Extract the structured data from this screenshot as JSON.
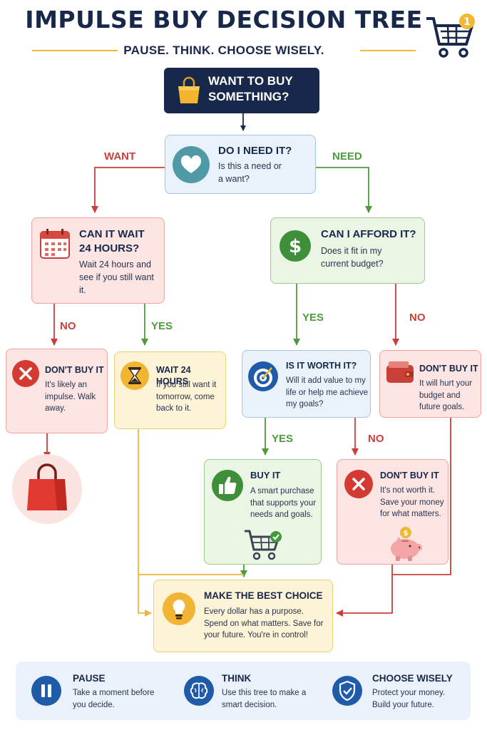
{
  "header": {
    "title": "IMPULSE BUY DECISION TREE",
    "subtitle": "PAUSE. THINK. CHOOSE WISELY.",
    "cart_badge": "1"
  },
  "nodes": {
    "start": {
      "title": "WANT TO BUY SOMETHING?"
    },
    "need": {
      "title": "DO I NEED IT?",
      "text": "Is this a need or a want?"
    },
    "wait": {
      "title": "CAN IT WAIT 24 HOURS?",
      "text": "Wait 24 hours and see if you still want it."
    },
    "afford": {
      "title": "CAN I AFFORD IT?",
      "text": "Does it fit in my current budget?"
    },
    "dont_buy_impulse": {
      "title": "DON'T BUY IT",
      "text": "It's likely an impulse. Walk away."
    },
    "wait_24": {
      "title": "WAIT 24 HOURS",
      "text": "If you still want it tomorrow, come back to it."
    },
    "worth": {
      "title": "IS IT WORTH IT?",
      "text": "Will it add value to my life or help me achieve my goals?"
    },
    "dont_buy_budget": {
      "title": "DON'T BUY IT",
      "text": "It will hurt your budget and future goals."
    },
    "buy": {
      "title": "BUY IT",
      "text": "A smart purchase that supports your needs and goals."
    },
    "dont_buy_worth": {
      "title": "DON'T BUY IT",
      "text": "It's not worth it. Save your money for what matters."
    },
    "best": {
      "title": "MAKE THE BEST CHOICE",
      "text": "Every dollar has a purpose. Spend on what matters. Save for your future. You're in control!"
    }
  },
  "edge_labels": {
    "want": "WANT",
    "need": "NEED",
    "wait_no": "NO",
    "wait_yes": "YES",
    "afford_yes": "YES",
    "afford_no": "NO",
    "worth_yes": "YES",
    "worth_no": "NO"
  },
  "footer": [
    {
      "title": "PAUSE",
      "text": "Take a moment before you decide."
    },
    {
      "title": "THINK",
      "text": "Use this tree to make a smart decision."
    },
    {
      "title": "CHOOSE WISELY",
      "text": "Protect your money. Build your future."
    }
  ],
  "colors": {
    "navy": "#17284a",
    "want_red": "#c9403a",
    "need_green": "#4e9a3c",
    "gold": "#f0b833",
    "blue_accent": "#1f5ba8"
  }
}
